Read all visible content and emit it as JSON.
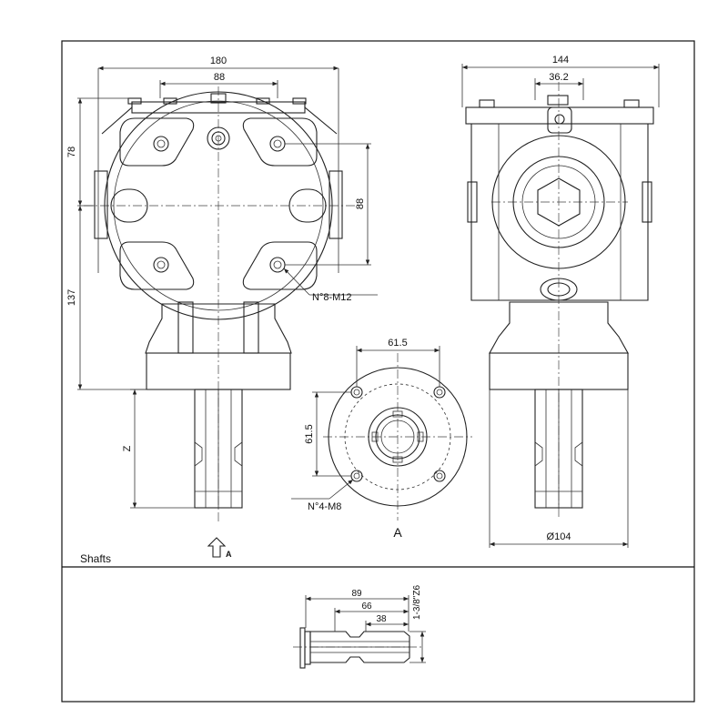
{
  "drawing": {
    "front_view": {
      "width_overall": "180",
      "bolt_spacing_top": "88",
      "height_upper": "78",
      "height_lower": "137",
      "bolt_spacing_side": "88",
      "flange_holes": "N°8-M12",
      "shaft_length": "Z"
    },
    "side_view": {
      "width_overall": "144",
      "plug_offset": "36.2",
      "flange_diameter": "Ø104"
    },
    "flange_view": {
      "hole_spacing_h": "61.5",
      "hole_spacing_v": "61.5",
      "flange_holes": "N°4-M8",
      "view_label": "A",
      "view_arrow_label": "A"
    },
    "shafts": {
      "section_title": "Shafts",
      "length_total": "89",
      "length_mid": "66",
      "length_short": "38",
      "spline_spec": "1-3/8\"Z6"
    }
  }
}
